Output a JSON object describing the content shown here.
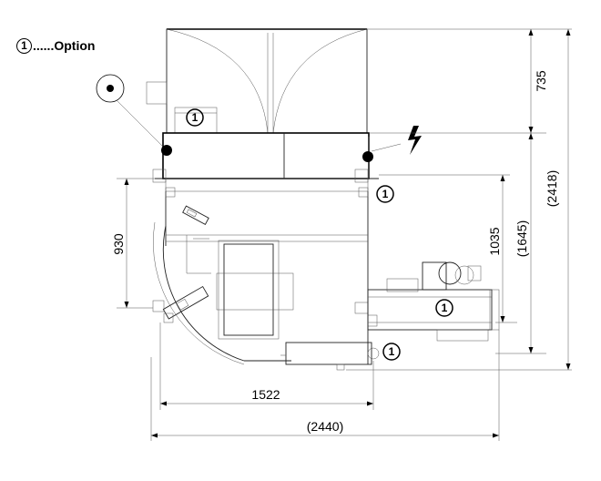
{
  "legend": {
    "symbol": "1",
    "text": "......Option"
  },
  "option_marker": "1",
  "dimensions": {
    "top_height": "735",
    "overall_height": "(2418)",
    "mid_height": "(1645)",
    "right_height": "1035",
    "left_height": "930",
    "bottom_width": "1522",
    "overall_width": "(2440)"
  },
  "colors": {
    "line": "#000000",
    "fill": "#ffffff"
  },
  "icons": {
    "electrical": "lightning-bolt-icon",
    "connection": "black-dot-icon"
  }
}
